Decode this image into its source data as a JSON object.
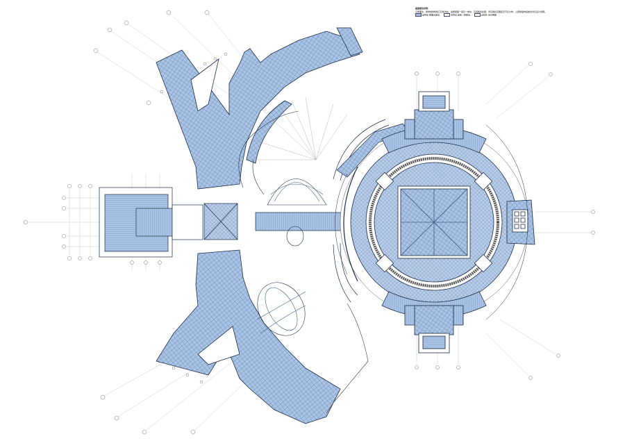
{
  "drawing": {
    "notes": {
      "title": "屋面做法说明：",
      "line1": "平屋面处、屋脊或排檐檐口及檐沟处、金属屋面一层及一体化、及其相关处理、详见各栏目图集及节点大样，上部檐板构造做法详见设计说明。",
      "legend": [
        {
          "label": "蓝色处",
          "desc": "屋面瓦做法"
        },
        {
          "label": "白色处",
          "desc": "其他一层做法"
        },
        {
          "label": "虚线处",
          "desc": "采光屋面"
        }
      ]
    },
    "colors": {
      "roof_fill": "#a9c4e6",
      "line": "#1a2a44",
      "grid": "#b5b5b5",
      "paper": "#ffffff"
    }
  }
}
